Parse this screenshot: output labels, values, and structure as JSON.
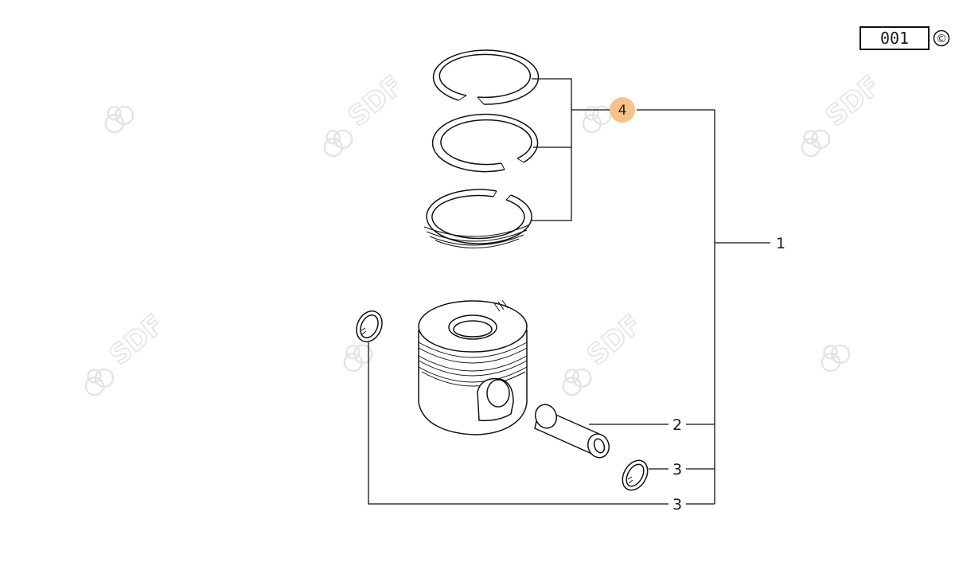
{
  "diagram": {
    "page_code": "001",
    "copyright_symbol": "©",
    "watermark_text": "SDF",
    "callouts": [
      {
        "id": "piston-assembly",
        "number": "1"
      },
      {
        "id": "piston-pin",
        "number": "2"
      },
      {
        "id": "snap-ring-right",
        "number": "3"
      },
      {
        "id": "snap-ring-left",
        "number": "3"
      },
      {
        "id": "piston-ring-set",
        "number": "4",
        "highlight_color": "#f5c28a"
      }
    ]
  }
}
